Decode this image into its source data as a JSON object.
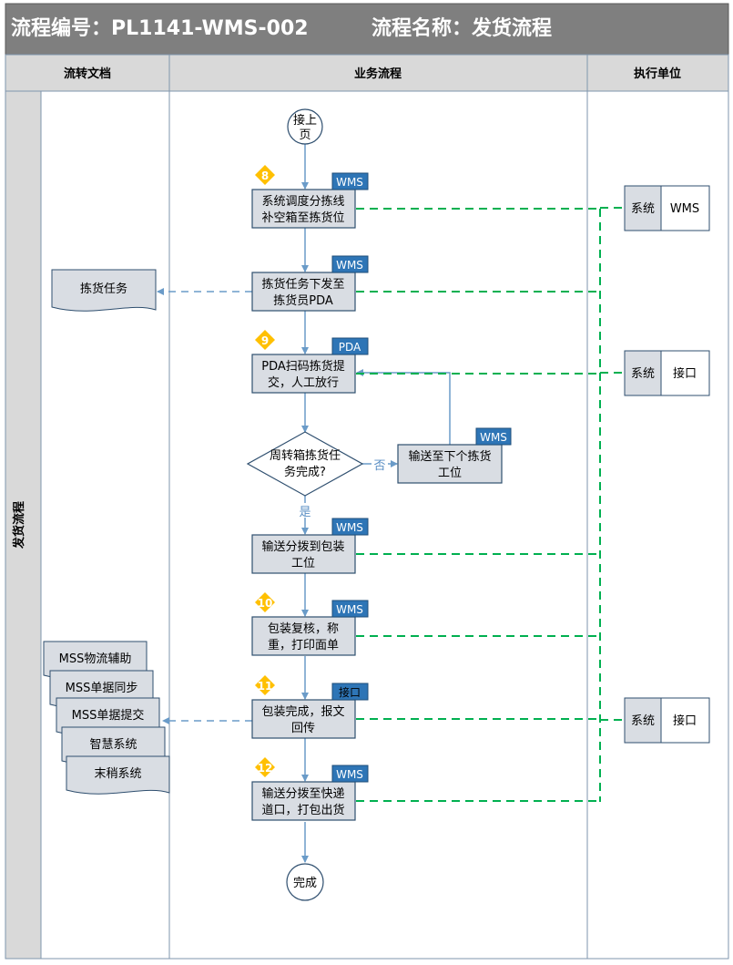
{
  "header": {
    "code_label": "流程编号：PL1141-WMS-002",
    "name_label": "流程名称：发货流程"
  },
  "columns": {
    "documents": "流转文档",
    "process": "业务流程",
    "executor": "执行单位"
  },
  "lane_label": "发货流程",
  "colors": {
    "header_bg": "#7f7f7f",
    "header_text": "#ffffff",
    "column_header_bg": "#d9d9d9",
    "lane_bg": "#d9d9d9",
    "step_fill": "#d9dde3",
    "step_border": "#2f4f6f",
    "system_tag_fill": "#2e75b6",
    "flow_line": "#6a9bc8",
    "data_line": "#00b050",
    "badge": "#ffc000"
  },
  "start": {
    "text": "接上页"
  },
  "end": {
    "text": "完成"
  },
  "steps": [
    {
      "id": "s1",
      "text_lines": [
        "系统调度分拣线",
        "补空箱至拣货位"
      ],
      "tag": "WMS",
      "badge": "8"
    },
    {
      "id": "s2",
      "text_lines": [
        "拣货任务下发至",
        "拣货员PDA"
      ],
      "tag": "WMS",
      "badge": ""
    },
    {
      "id": "s3",
      "text_lines": [
        "PDA扫码拣货提",
        "交，人工放行"
      ],
      "tag": "PDA",
      "badge": "9"
    },
    {
      "id": "s4",
      "text_lines": [
        "输送分拨到包装",
        "工位"
      ],
      "tag": "WMS",
      "badge": ""
    },
    {
      "id": "s5",
      "text_lines": [
        "包装复核，称",
        "重，打印面单"
      ],
      "tag": "WMS",
      "badge": "10"
    },
    {
      "id": "s6",
      "text_lines": [
        "包装完成，报文",
        "回传"
      ],
      "tag": "接口",
      "badge": "11"
    },
    {
      "id": "s7",
      "text_lines": [
        "输送分拨至快递",
        "道口，打包出货"
      ],
      "tag": "WMS",
      "badge": "12"
    }
  ],
  "decision": {
    "text_lines": [
      "周转箱拣货任",
      "务完成?"
    ],
    "yes_label": "是",
    "no_label": "否"
  },
  "side_step": {
    "text_lines": [
      "输送至下个拣货",
      "工位"
    ],
    "tag": "WMS"
  },
  "documents": [
    {
      "text": "拣货任务"
    }
  ],
  "document_stack": [
    "MSS物流辅助",
    "MSS单据同步",
    "MSS单据提交",
    "智慧系统",
    "末稍系统"
  ],
  "executors": [
    {
      "left": "系统",
      "right": "WMS"
    },
    {
      "left": "系统",
      "right": "接口"
    },
    {
      "left": "系统",
      "right": "接口"
    }
  ]
}
